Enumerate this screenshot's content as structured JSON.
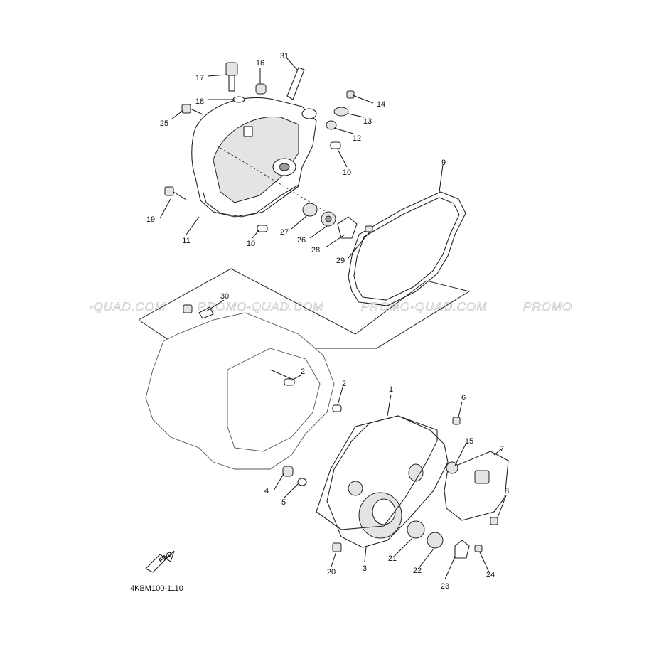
{
  "diagram": {
    "code": "4KBM100-1110",
    "fwd_label": "FWD",
    "watermarks": [
      "-QUAD.COM",
      "PROMO-QUAD.COM",
      "PROMO-QUAD.COM",
      "PROMO"
    ]
  },
  "callouts": [
    "1",
    "2",
    "2",
    "3",
    "4",
    "5",
    "6",
    "7",
    "8",
    "9",
    "10",
    "10",
    "11",
    "12",
    "13",
    "14",
    "15",
    "16",
    "17",
    "18",
    "19",
    "20",
    "21",
    "22",
    "23",
    "24",
    "25",
    "26",
    "27",
    "28",
    "29",
    "30",
    "31"
  ]
}
